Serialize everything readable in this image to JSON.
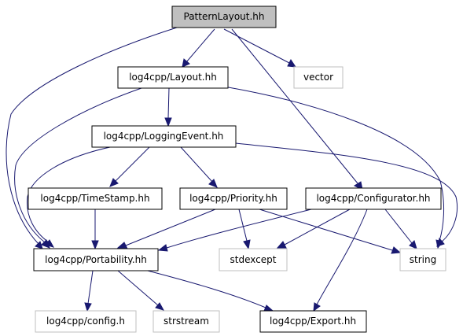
{
  "diagram": {
    "type": "include-dependency-graph",
    "colors": {
      "root_fill": "#bfbfbf",
      "node_border": "#000000",
      "external_border": "#bfbfbf",
      "edge": "#191970"
    },
    "nodes": [
      {
        "id": "pattern",
        "label": "PatternLayout.hh",
        "kind": "root"
      },
      {
        "id": "layout",
        "label": "log4cpp/Layout.hh",
        "kind": "local"
      },
      {
        "id": "vector",
        "label": "vector",
        "kind": "ext"
      },
      {
        "id": "loggingevent",
        "label": "log4cpp/LoggingEvent.hh",
        "kind": "local"
      },
      {
        "id": "timestamp",
        "label": "log4cpp/TimeStamp.hh",
        "kind": "local"
      },
      {
        "id": "priority",
        "label": "log4cpp/Priority.hh",
        "kind": "local"
      },
      {
        "id": "configurator",
        "label": "log4cpp/Configurator.hh",
        "kind": "local"
      },
      {
        "id": "portability",
        "label": "log4cpp/Portability.hh",
        "kind": "local"
      },
      {
        "id": "stdexcept",
        "label": "stdexcept",
        "kind": "ext"
      },
      {
        "id": "string",
        "label": "string",
        "kind": "ext"
      },
      {
        "id": "config",
        "label": "log4cpp/config.h",
        "kind": "ext"
      },
      {
        "id": "strstream",
        "label": "strstream",
        "kind": "ext"
      },
      {
        "id": "export",
        "label": "log4cpp/Export.hh",
        "kind": "local"
      }
    ],
    "edges": [
      {
        "from": "pattern",
        "to": "layout"
      },
      {
        "from": "pattern",
        "to": "vector"
      },
      {
        "from": "pattern",
        "to": "configurator"
      },
      {
        "from": "pattern",
        "to": "portability"
      },
      {
        "from": "layout",
        "to": "loggingevent"
      },
      {
        "from": "layout",
        "to": "portability"
      },
      {
        "from": "layout",
        "to": "string"
      },
      {
        "from": "loggingevent",
        "to": "timestamp"
      },
      {
        "from": "loggingevent",
        "to": "priority"
      },
      {
        "from": "loggingevent",
        "to": "portability"
      },
      {
        "from": "loggingevent",
        "to": "string"
      },
      {
        "from": "timestamp",
        "to": "portability"
      },
      {
        "from": "priority",
        "to": "portability"
      },
      {
        "from": "priority",
        "to": "stdexcept"
      },
      {
        "from": "priority",
        "to": "string"
      },
      {
        "from": "configurator",
        "to": "portability"
      },
      {
        "from": "configurator",
        "to": "stdexcept"
      },
      {
        "from": "configurator",
        "to": "string"
      },
      {
        "from": "configurator",
        "to": "export"
      },
      {
        "from": "portability",
        "to": "config"
      },
      {
        "from": "portability",
        "to": "strstream"
      },
      {
        "from": "portability",
        "to": "export"
      }
    ]
  }
}
